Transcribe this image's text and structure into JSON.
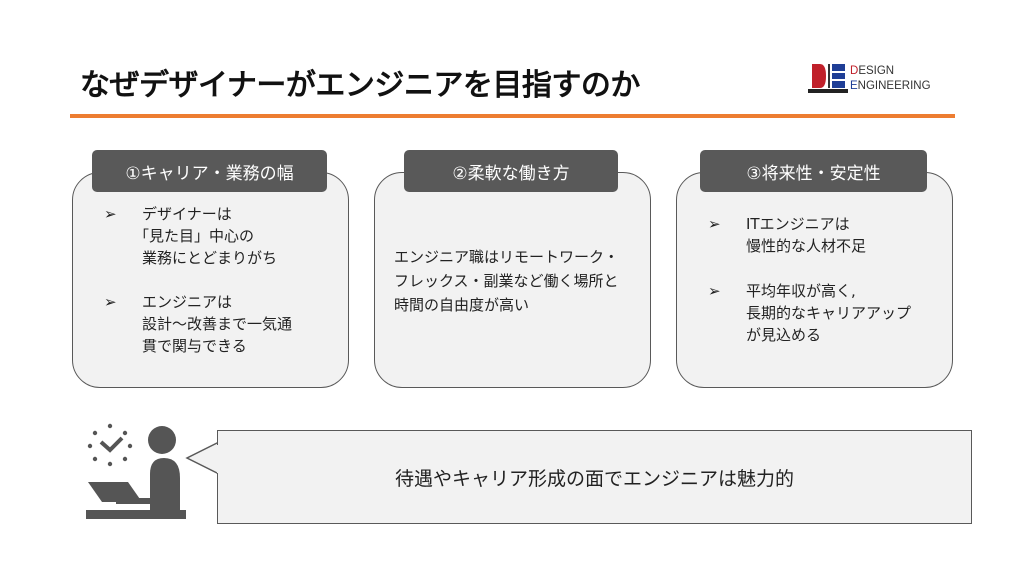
{
  "title": "なぜデザイナーがエンジニアを目指すのか",
  "logo": {
    "line1": "DESIGN",
    "line2": "ENGINEERING",
    "accent_red": "#C0202A",
    "accent_blue": "#1F3E96"
  },
  "accent_color": "#ED7D31",
  "bullet": "➢",
  "cards": [
    {
      "tab": "①キャリア・業務の幅",
      "bullets": [
        [
          "デザイナーは",
          "「見た目」中心の",
          "業務にとどまりがち"
        ],
        [
          "エンジニアは",
          "設計～改善まで一気通",
          "貫で関与できる"
        ]
      ]
    },
    {
      "tab": "②柔軟な働き方",
      "text": [
        "エンジニア職はリモートワーク・",
        "フレックス・副業など働く場所と",
        "時間の自由度が高い"
      ]
    },
    {
      "tab": "③将来性・安定性",
      "bullets": [
        [
          "ITエンジニアは",
          "慢性的な人材不足"
        ],
        [
          "平均年収が高く,",
          "長期的なキャリアアップ",
          "が見込める"
        ]
      ]
    }
  ],
  "callout": "待遇やキャリア形成の面でエンジニアは魅力的"
}
